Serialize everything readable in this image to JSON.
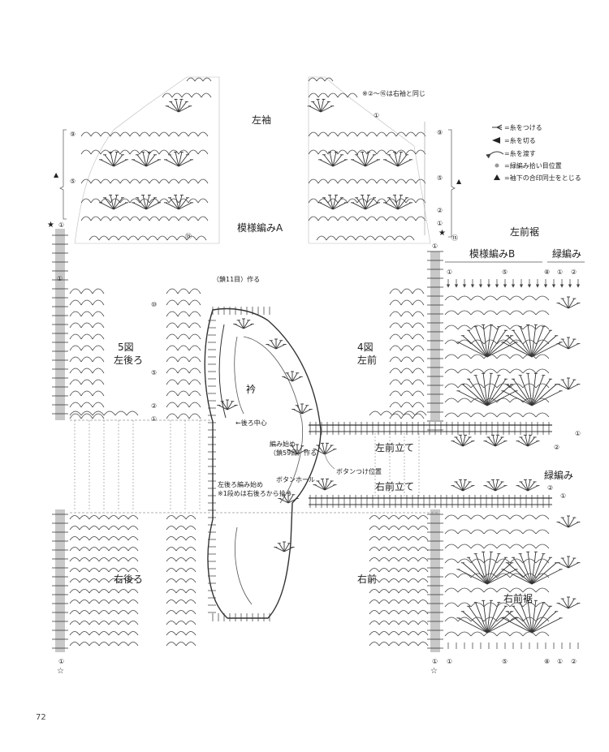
{
  "sleeve": {
    "title": "左袖",
    "pattern": "模様編みA",
    "note": "※②〜⑯は右袖と同じ",
    "marks": {
      "r1": "①",
      "r2": "②",
      "r5": "⑤",
      "r9": "⑨",
      "r15": "⑮",
      "r16": "⑯"
    }
  },
  "legend": {
    "items": [
      "=糸をつける",
      "=糸を切る",
      "=糸を渡す",
      "=緑編み拾い目位置",
      "=袖下の合印同士をとじる"
    ]
  },
  "back_left": {
    "fig": "5図",
    "name": "左後ろ"
  },
  "front_left": {
    "fig": "4図",
    "name": "左前"
  },
  "collar": {
    "name": "衿",
    "top_note": "（鎖11目）作る",
    "center": "←後ろ中心",
    "start": "編み始め",
    "start_chain": "（鎖59目）作る"
  },
  "left_placket": "左前立て",
  "button_pos": "ボタンつけ位置",
  "button_hole": "ボタンホール",
  "right_placket": "右前立て",
  "back_right_start": "左後ろ編み始め",
  "back_right_note": "※1段めは右後ろから拾う",
  "back_right": "右後ろ",
  "front_right": "右前",
  "hem_left": {
    "title": "左前裾",
    "pattern": "模様編みB",
    "edging": "緑編み"
  },
  "hem_right": {
    "title": "右前裾",
    "edging": "緑編み"
  },
  "row_marks": {
    "r1": "①",
    "r2": "②",
    "r5": "⑤",
    "r8": "⑧",
    "r9": "⑨",
    "r10": "⑩",
    "r15": "⑮"
  },
  "star_filled": "★",
  "star_open": "☆",
  "page_number": "72"
}
